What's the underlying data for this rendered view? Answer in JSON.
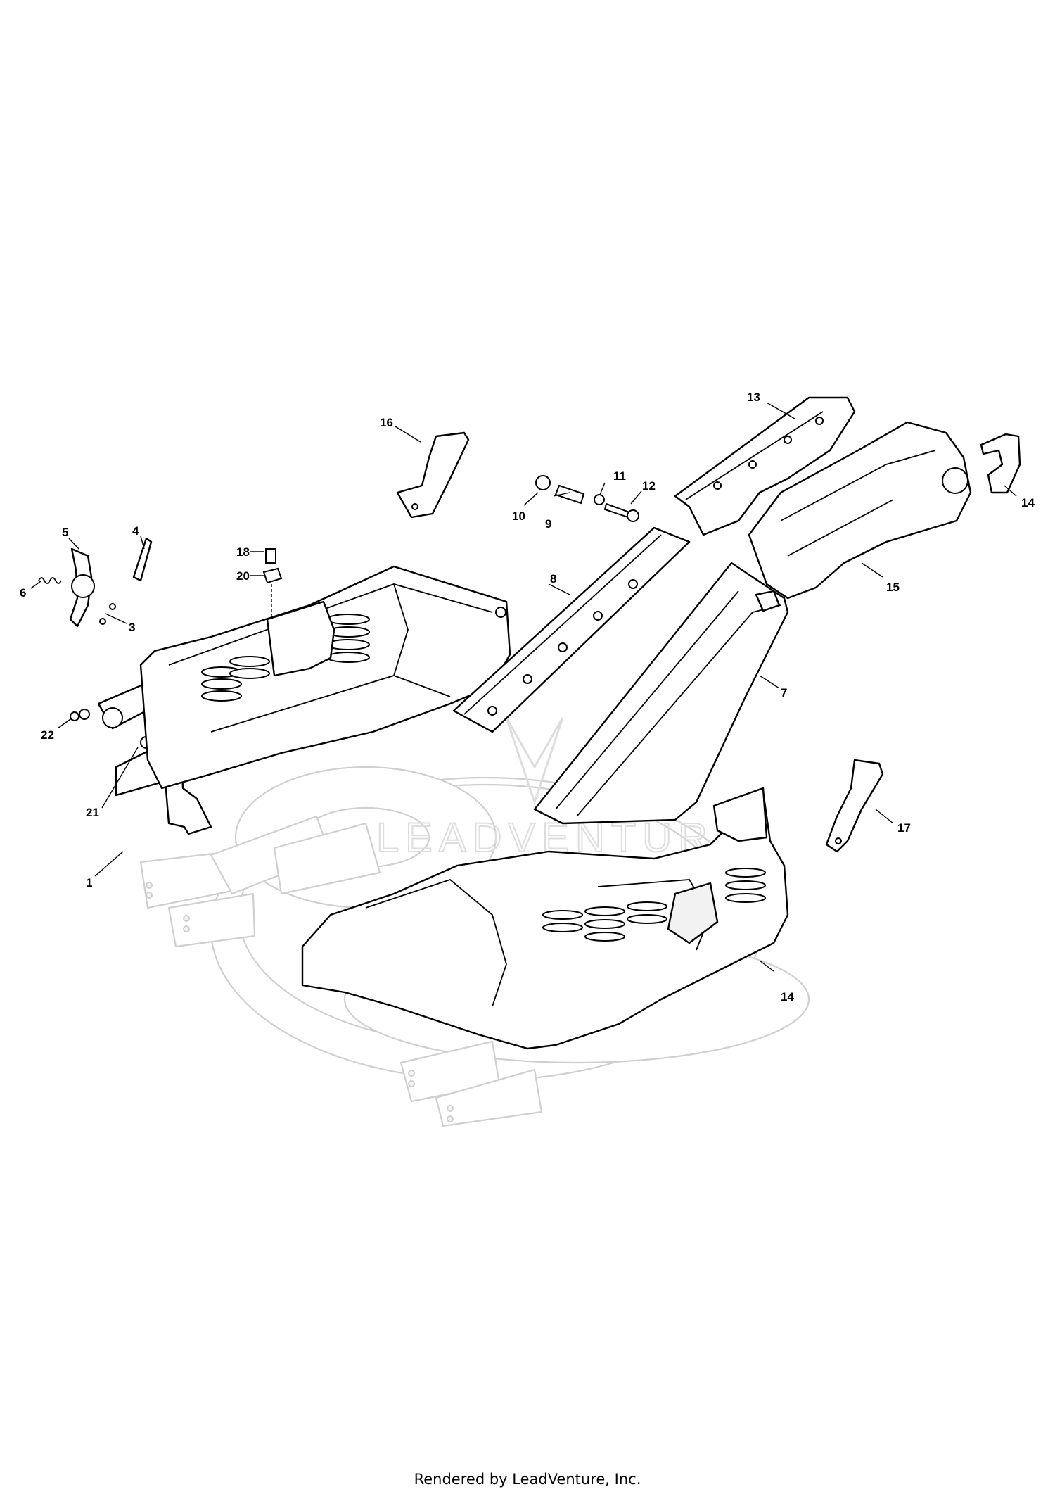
{
  "callouts": {
    "c1": "1",
    "c3": "3",
    "c4": "4",
    "c5": "5",
    "c6": "6",
    "c7": "7",
    "c8": "8",
    "c9": "9",
    "c10": "10",
    "c11": "11",
    "c12": "12",
    "c13": "13",
    "c14a": "14",
    "c14b": "14",
    "c15": "15",
    "c16": "16",
    "c17": "17",
    "c18": "18",
    "c20": "20",
    "c21": "21",
    "c22": "22"
  },
  "watermark": "LEADVENTURE",
  "credit": "Rendered by LeadVenture, Inc."
}
